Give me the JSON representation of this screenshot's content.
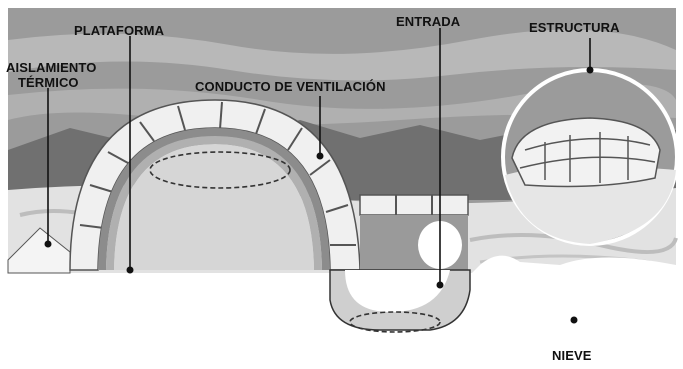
{
  "labels": {
    "plataforma": "PLATAFORMA",
    "aislamiento_line1": "AISLAMIENTO",
    "aislamiento_line2": "TÉRMICO",
    "conducto": "CONDUCTO DE VENTILACIÓN",
    "entrada": "ENTRADA",
    "estructura": "ESTRUCTURA",
    "nieve": "NIEVE"
  },
  "colors": {
    "sky": "#9a9a9a",
    "cloud": "#bdbdbd",
    "mountain": "#6f6f6f",
    "snow": "#e6e6e6",
    "ice_block": "#f2f2f2",
    "block_line": "#6a6a6a",
    "interior": "#cfcfcf",
    "outline": "#1a1a1a"
  }
}
